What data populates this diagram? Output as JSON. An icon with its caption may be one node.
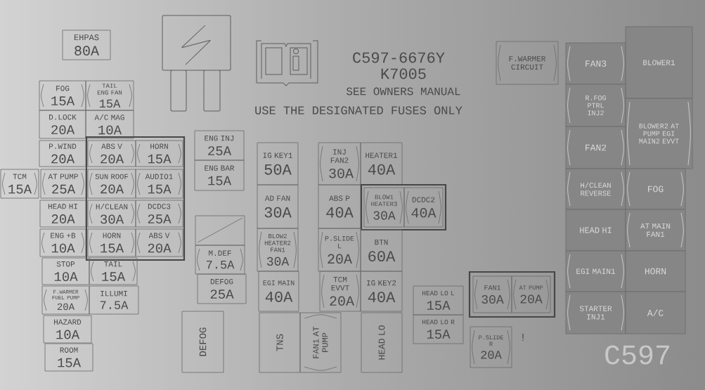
{
  "diagram": {
    "nodes": [
      {
        "text": [
          "EHPAS",
          "80A"
        ]
      },
      {
        "text": [
          "FOG",
          "15A"
        ]
      },
      {
        "text": [
          "TAIL ENG FAN",
          "15A"
        ]
      },
      {
        "text": [
          "D.LOCK",
          "20A"
        ]
      },
      {
        "text": [
          "A/C MAG",
          "10A"
        ]
      },
      {
        "text": [],
        "shape": "box"
      },
      {
        "text": [
          "P.WIND",
          "20A"
        ]
      },
      {
        "text": [
          "ABS V",
          "20A"
        ],
        "in": 5
      },
      {
        "text": [
          "HORN",
          "15A"
        ],
        "in": 5
      },
      {
        "text": [
          "TCM",
          "15A"
        ]
      },
      {
        "text": [
          "AT PUMP",
          "25A"
        ]
      },
      {
        "text": [
          "SUN ROOF",
          "20A"
        ],
        "in": 5
      },
      {
        "text": [
          "AUDIO1",
          "15A"
        ],
        "in": 5
      },
      {
        "text": [
          "HEAD HI",
          "20A"
        ]
      },
      {
        "text": [
          "H/CLEAN",
          "30A"
        ],
        "in": 5
      },
      {
        "text": [
          "DCDC3",
          "25A"
        ],
        "in": 5
      },
      {
        "text": [
          "ENG +B",
          "10A"
        ]
      },
      {
        "text": [
          "HORN",
          "15A"
        ],
        "in": 5
      },
      {
        "text": [
          "ABS V",
          "20A"
        ],
        "in": 5
      },
      {
        "text": [
          "STOP",
          "10A"
        ]
      },
      {
        "text": [
          "TAIL",
          "15A"
        ]
      },
      {
        "text": [
          "F.WARMER FUEL PUMP",
          "20A"
        ]
      },
      {
        "text": [
          "ILLUMI",
          "7.5A"
        ]
      },
      {
        "text": [
          "HAZARD",
          "10A"
        ]
      },
      {
        "text": [
          "ROOM",
          "15A"
        ]
      },
      {
        "text": [
          "ENG INJ",
          "25A"
        ]
      },
      {
        "text": [
          "ENG BAR",
          "15A"
        ]
      },
      {
        "text": [],
        "shape": "box"
      },
      {
        "text": [
          "M.DEF",
          "7.5A"
        ]
      },
      {
        "text": [
          "DEFOG",
          "25A"
        ]
      },
      {
        "text": [
          "DEFOG"
        ]
      },
      {
        "text": [
          "IG KEY1",
          "50A"
        ]
      },
      {
        "text": [
          "AD FAN",
          "30A"
        ]
      },
      {
        "text": [
          "BLOW2 HEATER2 FAN1",
          "30A"
        ]
      },
      {
        "text": [
          "EGI MAIN",
          "40A"
        ]
      },
      {
        "text": [
          "TNS"
        ]
      },
      {
        "text": [
          "FAN1 AT PUMP"
        ]
      },
      {
        "text": [
          "INJ FAN2",
          "30A"
        ]
      },
      {
        "text": [
          "HEATER1",
          "40A"
        ]
      },
      {
        "text": [
          "ABS P",
          "40A"
        ]
      },
      {
        "text": [],
        "shape": "box"
      },
      {
        "text": [
          "BLOW1 HEATER3",
          "30A"
        ],
        "in": 40
      },
      {
        "text": [
          "DCDC2",
          "40A"
        ],
        "in": 40
      },
      {
        "text": [
          "P.SLIDE L",
          "20A"
        ]
      },
      {
        "text": [
          "BTN",
          "60A"
        ]
      },
      {
        "text": [
          "TCM EVVT",
          "20A"
        ]
      },
      {
        "text": [
          "IG KEY2",
          "40A"
        ]
      },
      {
        "text": [
          "HEAD LO"
        ]
      },
      {
        "text": [
          "HEAD LO L",
          "15A"
        ]
      },
      {
        "text": [
          "HEAD LO R",
          "15A"
        ]
      },
      {
        "text": [],
        "shape": "box"
      },
      {
        "text": [
          "FAN1",
          "30A"
        ],
        "in": 50
      },
      {
        "text": [
          "AT PUMP",
          "20A"
        ],
        "in": 50
      },
      {
        "text": [
          "P.SLIDE R",
          "20A"
        ]
      },
      {
        "text": [
          "F.WARMER CIRCUIT"
        ]
      },
      {
        "text": [
          "FAN3"
        ]
      },
      {
        "text": [
          "BLOWER1"
        ]
      },
      {
        "text": [
          "R.FOG PTRL INJ2"
        ]
      },
      {
        "text": [
          "FAN2"
        ]
      },
      {
        "text": [
          "BLOWER2 AT PUMP EGI MAIN2 EVVT"
        ]
      },
      {
        "text": [
          "H/CLEAN REVERSE"
        ]
      },
      {
        "text": [
          "FOG"
        ]
      },
      {
        "text": [
          "HEAD HI"
        ]
      },
      {
        "text": [
          "AT MAIN FAN1"
        ]
      },
      {
        "text": [
          "EGI MAIN1"
        ]
      },
      {
        "text": [
          "HORN"
        ]
      },
      {
        "text": [
          "STARTER INJ1"
        ]
      },
      {
        "text": [
          "A/C"
        ]
      }
    ],
    "labels": [
      "C597-6676Y",
      "K7005",
      "SEE OWNERS MANUAL",
      "USE THE DESIGNATED FUSES ONLY",
      "!",
      "C597"
    ]
  }
}
